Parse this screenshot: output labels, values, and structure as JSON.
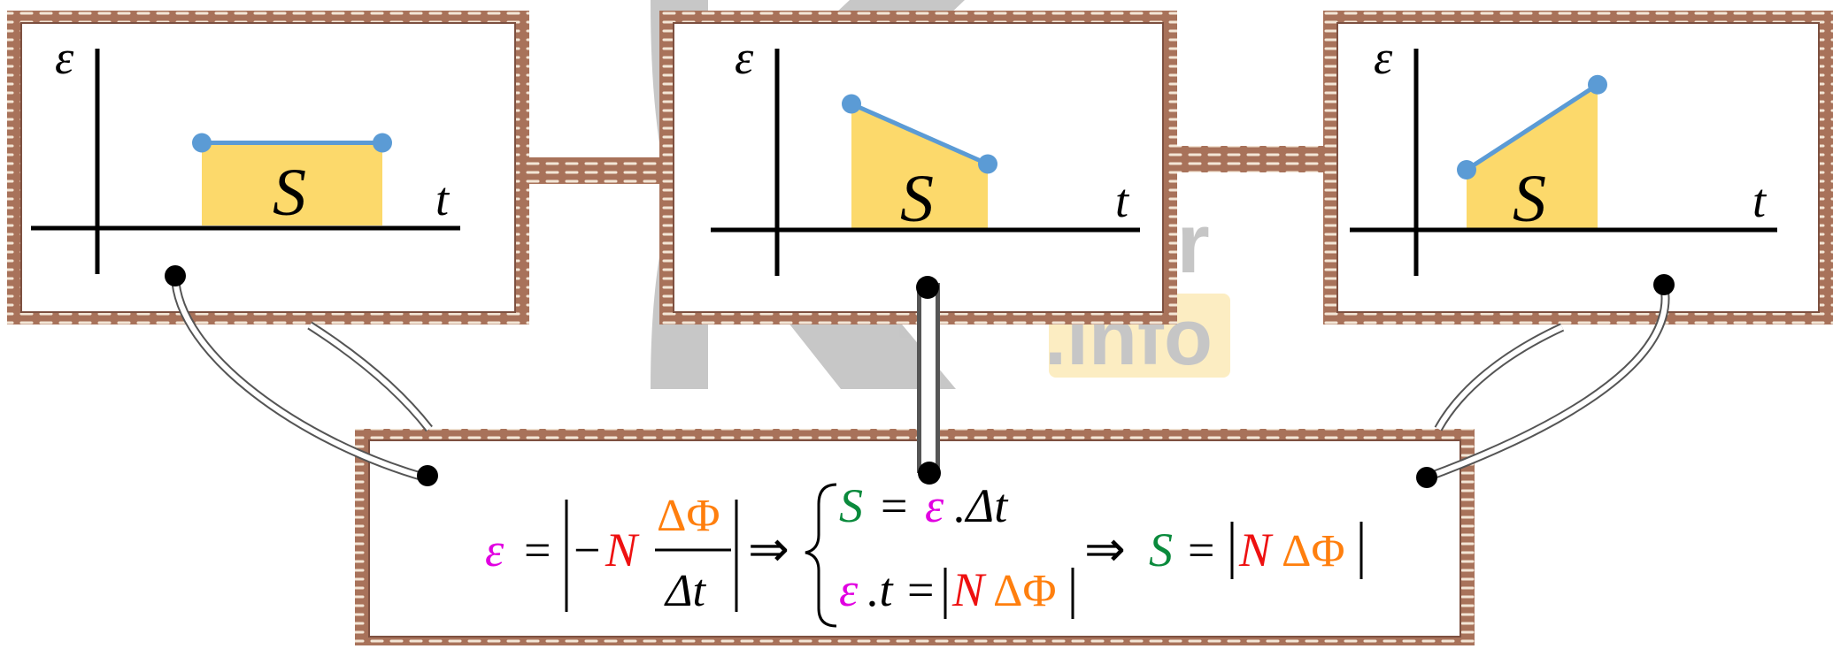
{
  "panels": [
    {
      "id": "left",
      "y_label": "ε",
      "x_label": "t",
      "area_label": "S",
      "shape": "constant emf",
      "ep_start": 0.55,
      "ep_end": 0.55
    },
    {
      "id": "middle",
      "y_label": "ε",
      "x_label": "t",
      "area_label": "S",
      "shape": "decreasing emf",
      "ep_start": 0.85,
      "ep_end": 0.45
    },
    {
      "id": "right",
      "y_label": "ε",
      "x_label": "t",
      "area_label": "S",
      "shape": "increasing emf",
      "ep_start": 0.4,
      "ep_end": 0.95
    }
  ],
  "formula": {
    "epsilon": "ε",
    "equals": "=",
    "minus": "−",
    "N": "N",
    "delta_phi": "ΔΦ",
    "delta_t": "Δt",
    "implies": "⇒",
    "S": "S",
    "dot_delta_t": ".Δt",
    "dot_t": ".t",
    "N_delta_phi_N": "N",
    "N_delta_phi_phi": "ΔΦ"
  },
  "watermark": {
    "text1": "onkur",
    "text2": ".info"
  },
  "colors": {
    "area_fill": "#fcd96b",
    "line": "#5b9bd5",
    "frame": "#a8725a",
    "magenta": "#e100e1",
    "red": "#ee1111",
    "orange": "#ff7f0e",
    "green": "#0a8a3c",
    "watermark": "#bdbdbd",
    "watermark_accent": "#fbe29a"
  }
}
